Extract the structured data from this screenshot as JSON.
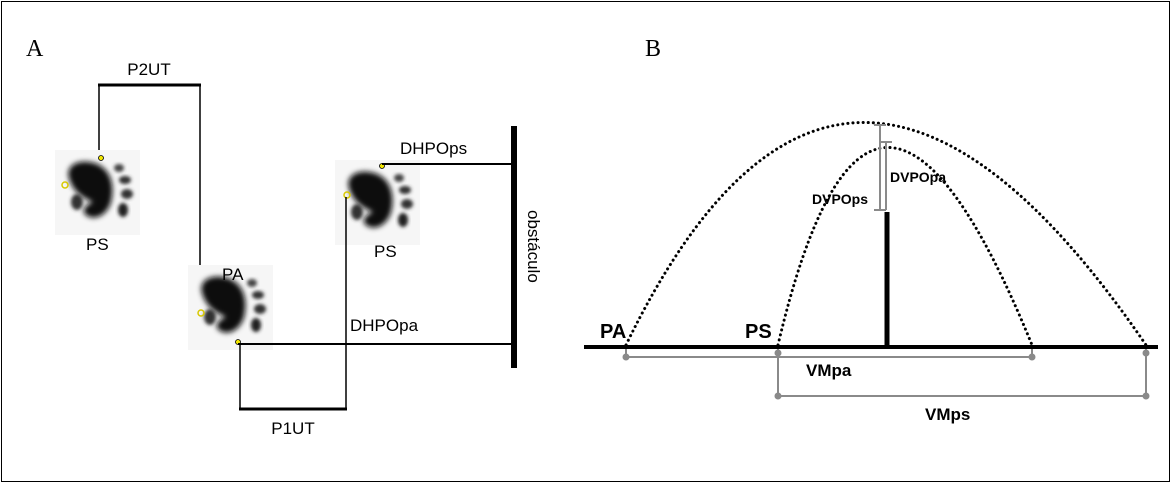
{
  "panel_a": {
    "letter": "A",
    "labels": {
      "p2ut": "P2UT",
      "p1ut": "P1UT",
      "dhpops": "DHPOps",
      "dhpopa": "DHPOpa",
      "obstaculo": "obstáculo",
      "ps_left": "PS",
      "ps_right": "PS",
      "pa": "PA"
    }
  },
  "panel_b": {
    "letter": "B",
    "labels": {
      "pa": "PA",
      "ps": "PS",
      "dvpops": "DVPOps",
      "dvpopa": "DVPOpa",
      "vmpa": "VMpa",
      "vmps": "VMps"
    }
  },
  "colors": {
    "ink": "#000000",
    "measure_gray": "#8a8a8a",
    "marker_yellow": "#f2e600"
  }
}
